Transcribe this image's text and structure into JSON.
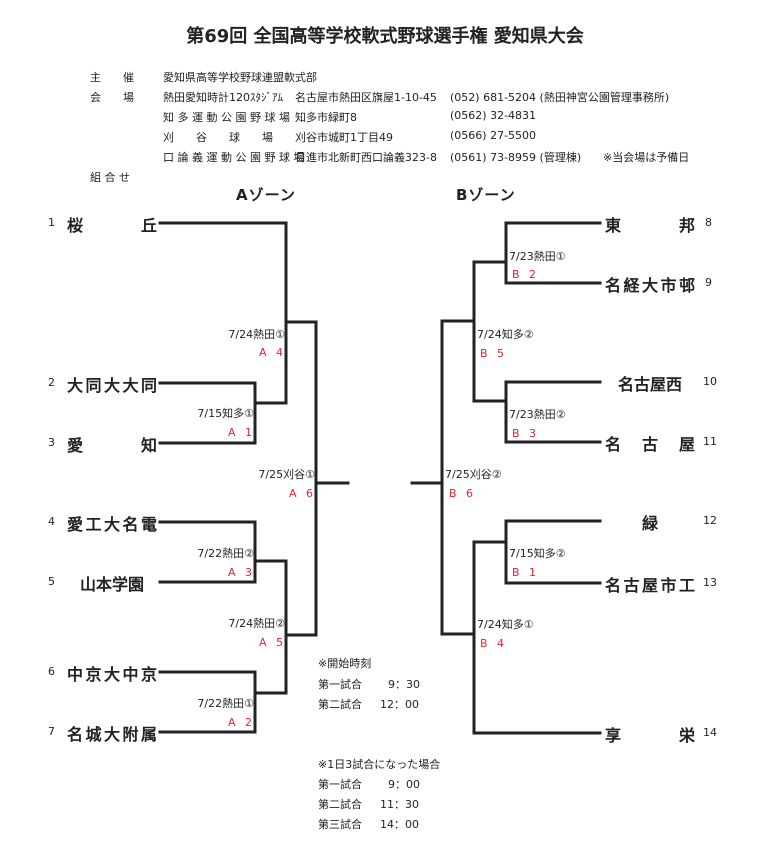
{
  "title": "第69回 全国高等学校軟式野球選手権 愛知県大会",
  "info": {
    "organizer_label": "主　　催",
    "organizer": "愛知県高等学校野球連盟軟式部",
    "venue_label": "会　　場",
    "venues": [
      {
        "name": "熱田愛知時計120ｽﾀｼﾞｱﾑ",
        "address": "名古屋市熱田区旗屋1-10-45",
        "phone": "(052) 681-5204 (熱田神宮公園管理事務所)",
        "note": ""
      },
      {
        "name": "知 多 運 動 公 園 野 球 場",
        "address": "知多市緑町8",
        "phone": "(0562) 32-4831",
        "note": ""
      },
      {
        "name": "刈　　谷　　球　　場",
        "address": "刈谷市城町1丁目49",
        "phone": "(0566) 27-5500",
        "note": ""
      },
      {
        "name": "口 論 義 運 動 公 園 野 球 場",
        "address": "日進市北新町西口論義323-8",
        "phone": "(0561) 73-8959 (管理棟)",
        "note": "※当会場は予備日"
      }
    ],
    "bracket_label": "組 合 せ"
  },
  "zones": {
    "a": "Aゾーン",
    "b": "Bゾーン"
  },
  "teams_a": [
    {
      "num": "1",
      "name": "桜 丘"
    },
    {
      "num": "2",
      "name": "大同大大同"
    },
    {
      "num": "3",
      "name": "愛 知"
    },
    {
      "num": "4",
      "name": "愛工大名電"
    },
    {
      "num": "5",
      "name": "山本学園"
    },
    {
      "num": "6",
      "name": "中京大中京"
    },
    {
      "num": "7",
      "name": "名城大附属"
    }
  ],
  "teams_b": [
    {
      "num": "8",
      "name": "東 邦"
    },
    {
      "num": "9",
      "name": "名経大市邨"
    },
    {
      "num": "10",
      "name": "名古屋西"
    },
    {
      "num": "11",
      "name": "名 古 屋"
    },
    {
      "num": "12",
      "name": "緑"
    },
    {
      "num": "13",
      "name": "名古屋市工"
    },
    {
      "num": "14",
      "name": "享 栄"
    }
  ],
  "games": {
    "A1": {
      "date": "7/15知多①",
      "code": "A 1"
    },
    "A2": {
      "date": "7/22熱田①",
      "code": "A 2"
    },
    "A3": {
      "date": "7/22熱田②",
      "code": "A 3"
    },
    "A4": {
      "date": "7/24熱田①",
      "code": "A 4"
    },
    "A5": {
      "date": "7/24熱田②",
      "code": "A 5"
    },
    "A6": {
      "date": "7/25刈谷①",
      "code": "A 6"
    },
    "B1": {
      "date": "7/15知多②",
      "code": "B 1"
    },
    "B2": {
      "date": "7/23熱田①",
      "code": "B 2"
    },
    "B3": {
      "date": "7/23熱田②",
      "code": "B 3"
    },
    "B4": {
      "date": "7/24知多①",
      "code": "B 4"
    },
    "B5": {
      "date": "7/24知多②",
      "code": "B 5"
    },
    "B6": {
      "date": "7/25刈谷②",
      "code": "B 6"
    }
  },
  "schedule": {
    "normal_title": "※開始時刻",
    "normal": [
      {
        "label": "第一試合",
        "time": "9：30"
      },
      {
        "label": "第二試合",
        "time": "12：00"
      }
    ],
    "three_title": "※1日3試合になった場合",
    "three": [
      {
        "label": "第一試合",
        "time": "9：00"
      },
      {
        "label": "第二試合",
        "time": "11：30"
      },
      {
        "label": "第三試合",
        "time": "14：00"
      }
    ]
  },
  "colors": {
    "line": "#222222",
    "code": "#e8232a"
  }
}
